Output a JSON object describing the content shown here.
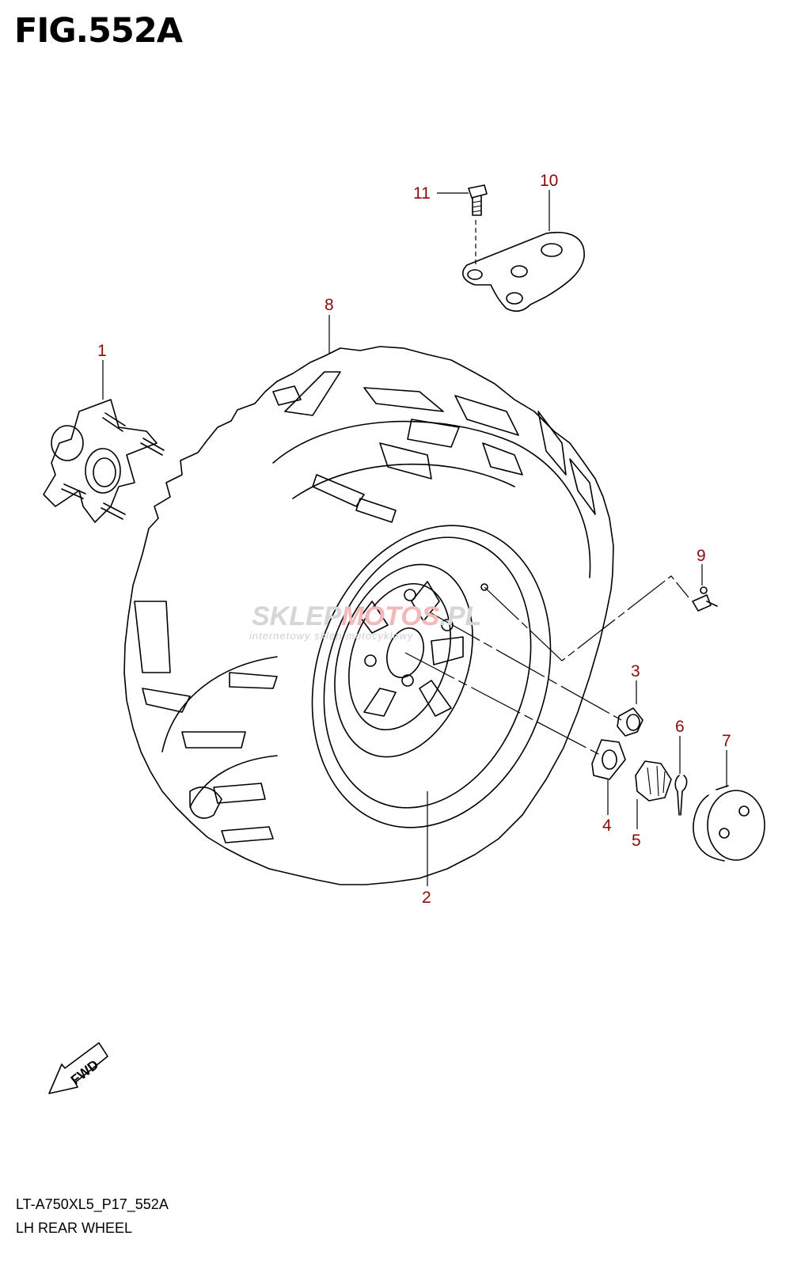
{
  "figure": {
    "title": "FIG.552A",
    "model_code": "LT-A750XL5_P17_552A",
    "name": "LH REAR WHEEL"
  },
  "callouts": [
    "1",
    "2",
    "3",
    "4",
    "5",
    "6",
    "7",
    "8",
    "9",
    "10",
    "11"
  ],
  "watermark": {
    "brand_part1": "SKLEP",
    "brand_part2": "MOTOS",
    "brand_part3": ".PL",
    "tagline": "internetowy sklep motocyklowy"
  },
  "direction_arrow": "FWD",
  "colors": {
    "callout": "#8b0a0a",
    "line": "#000000",
    "watermark": "#d6d6d6"
  }
}
